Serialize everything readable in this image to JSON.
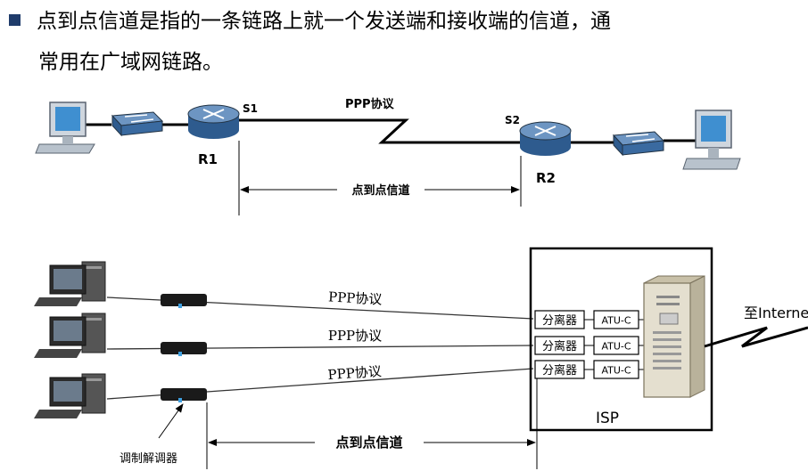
{
  "text": {
    "line1": "点到点信道是指的一条链路上就一个发送端和接收端的信道，通",
    "line2": "常用在广域网链路。"
  },
  "top": {
    "s1": "S1",
    "s2": "S2",
    "r1": "R1",
    "r2": "R2",
    "ppp": "PPP协议",
    "p2p": "点到点信道"
  },
  "bottom": {
    "ppp1": "PPP协议",
    "ppp2": "PPP协议",
    "ppp3": "PPP协议",
    "splitter": "分离器",
    "atuc": "ATU-C",
    "isp": "ISP",
    "internet": "至Internet",
    "modem": "调制解调器",
    "p2p": "点到点信道"
  },
  "colors": {
    "bullet": "#1f3c6b",
    "router": "#2e5b8e",
    "switch": "#3a6aa0",
    "monitor_screen": "#3f8fd0"
  }
}
